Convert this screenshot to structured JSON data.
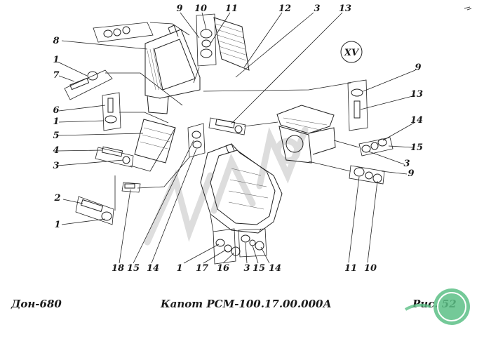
{
  "figure": {
    "view_label": "XV",
    "callouts": [
      {
        "id": "c9a",
        "text": "9"
      },
      {
        "id": "c10a",
        "text": "10"
      },
      {
        "id": "c11a",
        "text": "11"
      },
      {
        "id": "c12",
        "text": "12"
      },
      {
        "id": "c3a",
        "text": "3"
      },
      {
        "id": "c13a",
        "text": "13"
      },
      {
        "id": "c8",
        "text": "8"
      },
      {
        "id": "c1a",
        "text": "1"
      },
      {
        "id": "c7",
        "text": "7"
      },
      {
        "id": "c6",
        "text": "6"
      },
      {
        "id": "c1b",
        "text": "1"
      },
      {
        "id": "c5",
        "text": "5"
      },
      {
        "id": "c4",
        "text": "4"
      },
      {
        "id": "c3b",
        "text": "3"
      },
      {
        "id": "c2",
        "text": "2"
      },
      {
        "id": "c1c",
        "text": "1"
      },
      {
        "id": "c9b",
        "text": "9"
      },
      {
        "id": "c13b",
        "text": "13"
      },
      {
        "id": "c14a",
        "text": "14"
      },
      {
        "id": "c15a",
        "text": "15"
      },
      {
        "id": "c3c",
        "text": "3"
      },
      {
        "id": "c9c",
        "text": "9"
      },
      {
        "id": "c18",
        "text": "18"
      },
      {
        "id": "c15b",
        "text": "15"
      },
      {
        "id": "c14b",
        "text": "14"
      },
      {
        "id": "c1d",
        "text": "1"
      },
      {
        "id": "c17",
        "text": "17"
      },
      {
        "id": "c16",
        "text": "16"
      },
      {
        "id": "c3d",
        "text": "3"
      },
      {
        "id": "c15c",
        "text": "15"
      },
      {
        "id": "c14c",
        "text": "14"
      },
      {
        "id": "c11b",
        "text": "11"
      },
      {
        "id": "c10b",
        "text": "10"
      }
    ]
  },
  "caption": {
    "left": "Дон-680",
    "center": "Капот РСМ-100.17.00.000А",
    "right": "Рис. 52"
  },
  "colors": {
    "ink": "#1a1a1a",
    "logo_green": "#5cbf86",
    "watermark": "#cccccc"
  },
  "icons": [
    "washer-icon",
    "nut-icon",
    "bolt-icon",
    "logo-icon"
  ]
}
